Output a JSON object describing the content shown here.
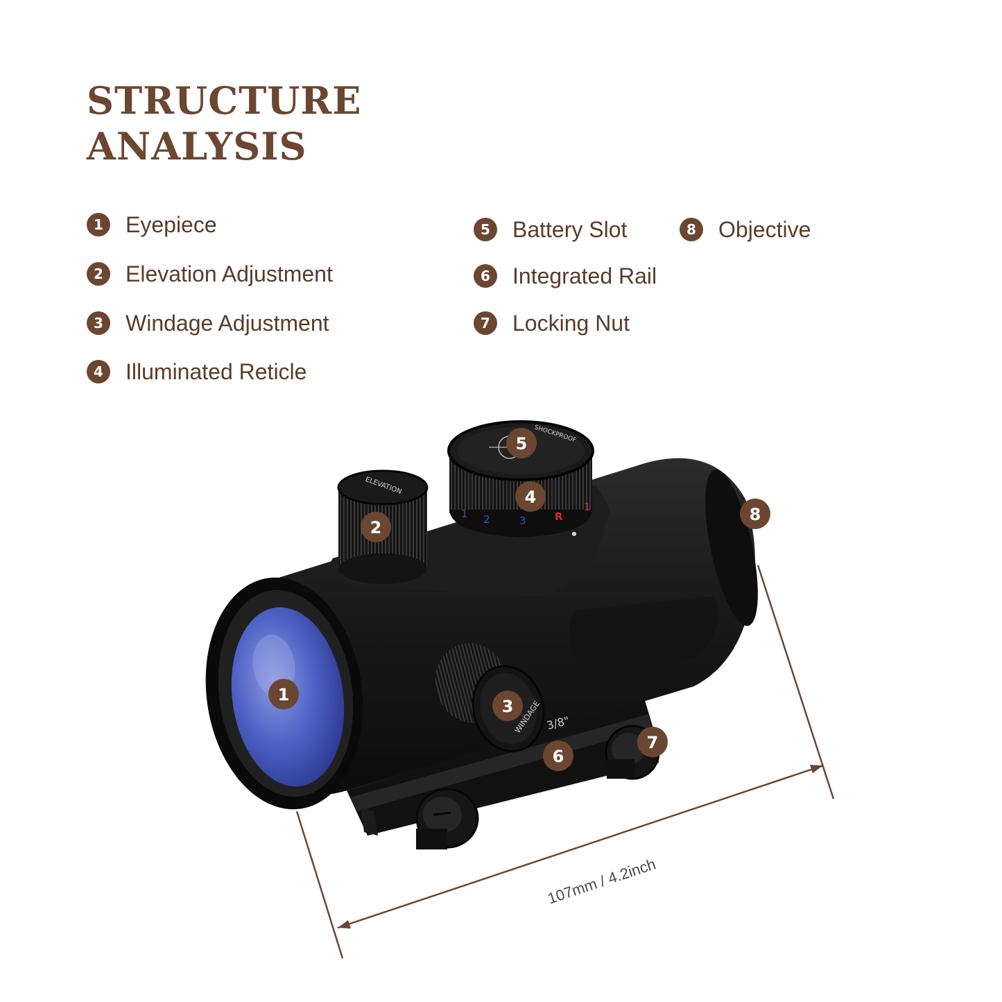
{
  "title": {
    "line1": "STRUCTURE",
    "line2": "ANALYSIS"
  },
  "legend": [
    {
      "num": "1",
      "label": "Eyepiece"
    },
    {
      "num": "2",
      "label": "Elevation Adjustment"
    },
    {
      "num": "3",
      "label": "Windage Adjustment"
    },
    {
      "num": "4",
      "label": "Illuminated Reticle"
    },
    {
      "num": "5",
      "label": "Battery Slot"
    },
    {
      "num": "6",
      "label": "Integrated Rail"
    },
    {
      "num": "7",
      "label": "Locking Nut"
    },
    {
      "num": "8",
      "label": "Objective"
    }
  ],
  "dial": {
    "elevation": "ELEVATION",
    "windage": "WINDAGE",
    "cap_text": "SHOCKPROOF",
    "rail_size": "3/8\"",
    "settings": [
      "1",
      "2",
      "3",
      "R",
      "1"
    ]
  },
  "dimension": {
    "label": "107mm / 4.2inch"
  },
  "colors": {
    "accent": "#6b4631",
    "lens": "#4a5fc0",
    "body": "#161616"
  }
}
